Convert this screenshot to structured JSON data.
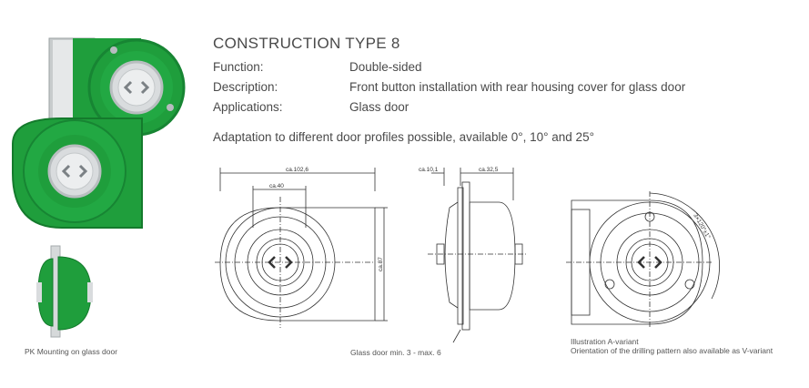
{
  "header": {
    "title": "CONSTRUCTION TYPE 8"
  },
  "specs": [
    {
      "label": "Function:",
      "value": "Double-sided"
    },
    {
      "label": "Description:",
      "value": "Front button installation with rear housing cover for glass door"
    },
    {
      "label": "Applications:",
      "value": "Glass door"
    }
  ],
  "note": "Adaptation to different door profiles possible, available 0°, 10° and 25°",
  "captions": {
    "pk_mounting": "PK Mounting on glass door",
    "glass_door": "Glass door  min. 3 - max. 6",
    "illustration_line1": "Illustration A-variant",
    "illustration_line2": "Orientation of the drilling pattern also available as V-variant"
  },
  "dimensions": {
    "width": "ca.102,6",
    "button": "ca.40",
    "height": "ca.87",
    "offset": "ca.10,1",
    "depth": "ca.32,5",
    "angle": "3×120°±1°"
  },
  "colors": {
    "housing_green": "#1f9e3c",
    "housing_dark": "#147a2c",
    "button_silver": "#d9dcde"
  }
}
